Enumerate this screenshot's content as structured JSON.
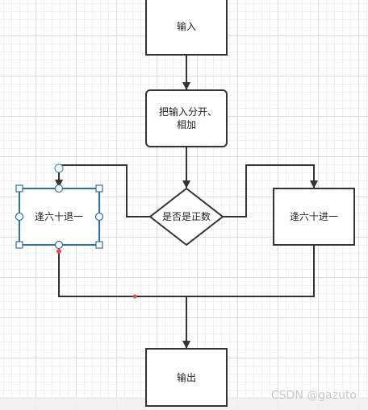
{
  "nodes": {
    "input": "输入",
    "split_add_line1": "把输入分开、",
    "split_add_line2": "相加",
    "is_positive": "是否是正数",
    "borrow": "逢六十退一",
    "carry": "逢六十进一",
    "output": "输出"
  },
  "watermark": "CSDN @gazuto",
  "colors": {
    "stroke": "#333333",
    "selection": "#2e6fa8",
    "handle_fill": "#ffffff",
    "connection_point": "#d9534f"
  }
}
